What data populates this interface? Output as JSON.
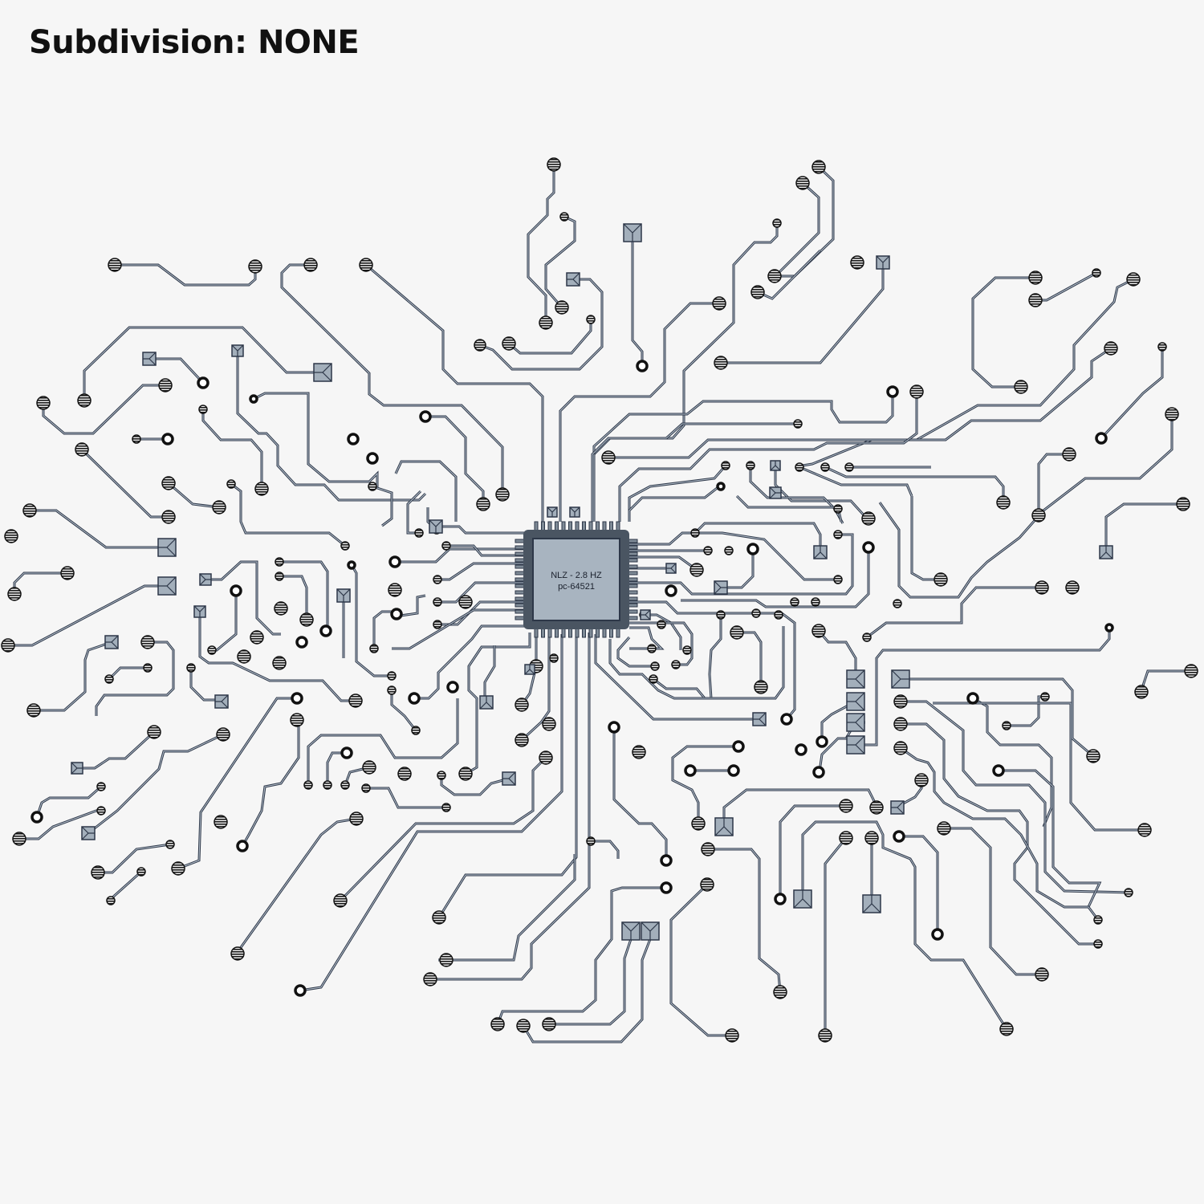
{
  "caption": "Subdivision: NONE",
  "chip": {
    "line1": "NLZ - 2.8 HZ",
    "line2": "pc-64521"
  },
  "colors": {
    "background": "#f6f6f6",
    "trace": "#2d3748",
    "trace_highlight": "#b8c3cf",
    "chip_face": "#a8b4c0",
    "pad_fill": "#a3afbb"
  }
}
